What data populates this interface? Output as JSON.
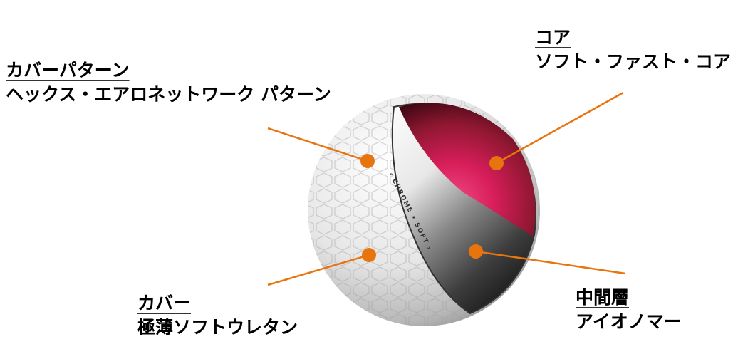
{
  "diagram": {
    "subject": "golf ball cross-section",
    "ball_imprint": "‹ CHROME • SOFT ›",
    "colors": {
      "leader_line": "#E8740E",
      "leader_dot": "#E8740E",
      "core_red": "#D81E5B",
      "core_dark": "#3A0710",
      "mantle_light": "#F2F2F2",
      "mantle_dark": "#2E2E2E",
      "cover_white": "#EDEDED",
      "text": "#000000"
    }
  },
  "labels": {
    "cover_pattern": {
      "title": "カバーパターン",
      "desc": "ヘックス・エアロネットワーク パターン"
    },
    "core": {
      "title": "コア",
      "desc": "ソフト・ファスト・コア"
    },
    "cover": {
      "title": "カバー",
      "desc": "極薄ソフトウレタン"
    },
    "mantle": {
      "title": "中間層",
      "desc": "アイオノマー"
    }
  }
}
